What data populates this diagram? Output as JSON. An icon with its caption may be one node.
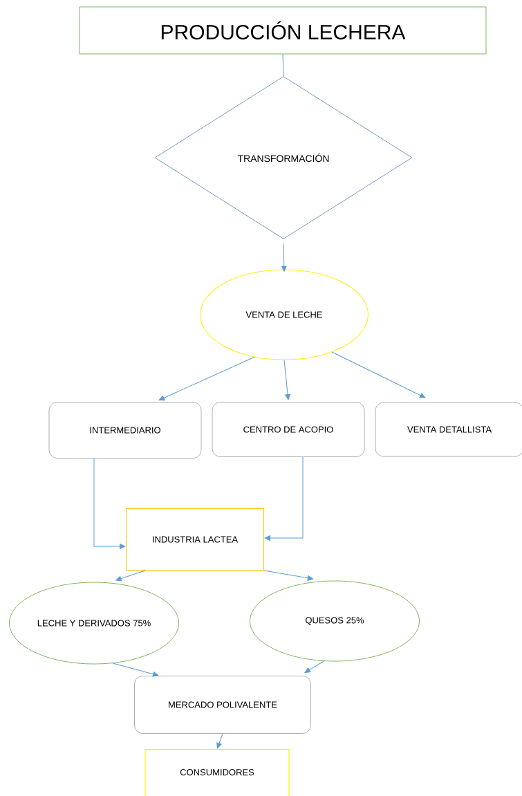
{
  "diagram": {
    "nodes": [
      {
        "text": [
          "PRODUCCIÓN LECHERA"
        ]
      },
      {
        "text": [
          "TRANSFORMACIÓN"
        ]
      },
      {
        "text": [
          "VENTA DE LECHE"
        ]
      },
      {
        "text": [
          "INTERMEDIARIO"
        ]
      },
      {
        "text": [
          "CENTRO DE ACOPIO"
        ]
      },
      {
        "text": [
          "VENTA DETALLISTA"
        ]
      },
      {
        "text": [
          "INDUSTRIA LACTEA"
        ]
      },
      {
        "text": [
          "LECHE Y DERIVADOS 75%"
        ]
      },
      {
        "text": [
          "QUESOS 25%"
        ]
      },
      {
        "text": [
          "MERCADO POLIVALENTE"
        ]
      },
      {
        "text": [
          "CONSUMIDORES"
        ]
      }
    ],
    "edges": [
      {
        "from": 0,
        "to": 1,
        "arrow": "none"
      },
      {
        "from": 1,
        "to": 2,
        "arrow": "to"
      },
      {
        "from": 2,
        "to": 3,
        "arrow": "to"
      },
      {
        "from": 2,
        "to": 4,
        "arrow": "to"
      },
      {
        "from": 2,
        "to": 5,
        "arrow": "to"
      },
      {
        "from": 3,
        "to": 6,
        "arrow": "to"
      },
      {
        "from": 4,
        "to": 6,
        "arrow": "to"
      },
      {
        "from": 6,
        "to": 7,
        "arrow": "to"
      },
      {
        "from": 6,
        "to": 8,
        "arrow": "to"
      },
      {
        "from": 7,
        "to": 9,
        "arrow": "to"
      },
      {
        "from": 8,
        "to": 9,
        "arrow": "to"
      },
      {
        "from": 9,
        "to": 10,
        "arrow": "to"
      }
    ]
  }
}
